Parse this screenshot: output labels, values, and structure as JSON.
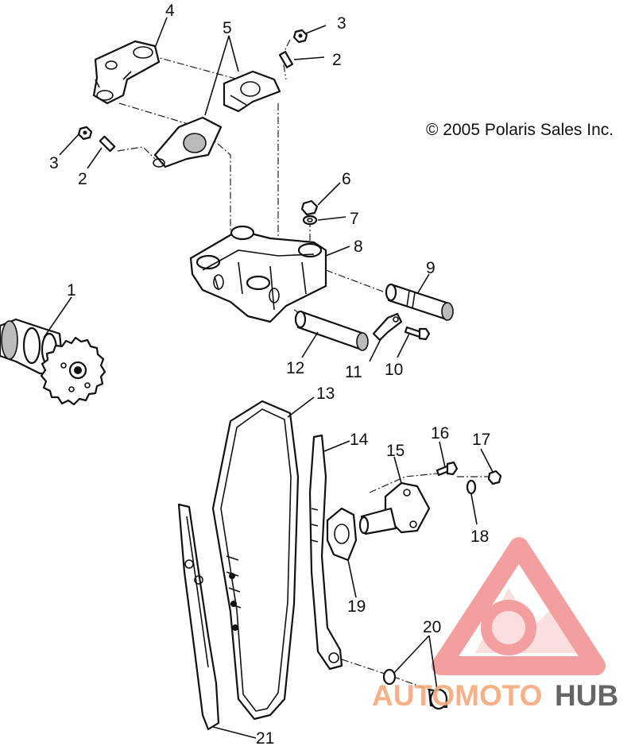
{
  "copyright": "© 2005 Polaris Sales Inc.",
  "watermark": {
    "prefix": "AUTOMOTO",
    "suffix": "HUB",
    "logo_color": "#f08080",
    "prefix_color": "#f7a97c",
    "suffix_color": "#555555"
  },
  "callouts": {
    "c1": "1",
    "c2a": "2",
    "c2b": "2",
    "c3a": "3",
    "c3b": "3",
    "c4": "4",
    "c5": "5",
    "c6": "6",
    "c7": "7",
    "c8": "8",
    "c9": "9",
    "c10": "10",
    "c11": "11",
    "c12": "12",
    "c13": "13",
    "c14": "14",
    "c15": "15",
    "c16": "16",
    "c17": "17",
    "c18": "18",
    "c19": "19",
    "c20": "20",
    "c21": "21"
  }
}
